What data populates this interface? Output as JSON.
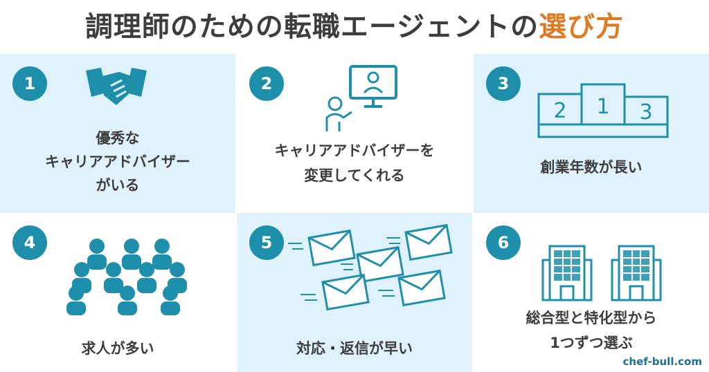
{
  "title": {
    "main": "調理師のための転職エージェントの",
    "accent": "選び方"
  },
  "items": [
    {
      "number": "1",
      "line1": "優秀な",
      "line2": "キャリアアドバイザー",
      "line3": "がいる"
    },
    {
      "number": "2",
      "line1": "キャリアアドバイザーを",
      "line2": "変更してくれる"
    },
    {
      "number": "3",
      "line1": "創業年数が長い",
      "podium": [
        "2",
        "1",
        "3"
      ]
    },
    {
      "number": "4",
      "line1": "求人が多い"
    },
    {
      "number": "5",
      "line1": "対応・返信が早い"
    },
    {
      "number": "6",
      "line1": "総合型と特化型から",
      "line2": "1つずつ選ぶ"
    }
  ],
  "footer": {
    "site": "chef-bull.com"
  },
  "colors": {
    "accent": "#e07a22",
    "teal": "#1d8fab",
    "shade": "#dff2fb",
    "text": "#3d3d3d"
  }
}
